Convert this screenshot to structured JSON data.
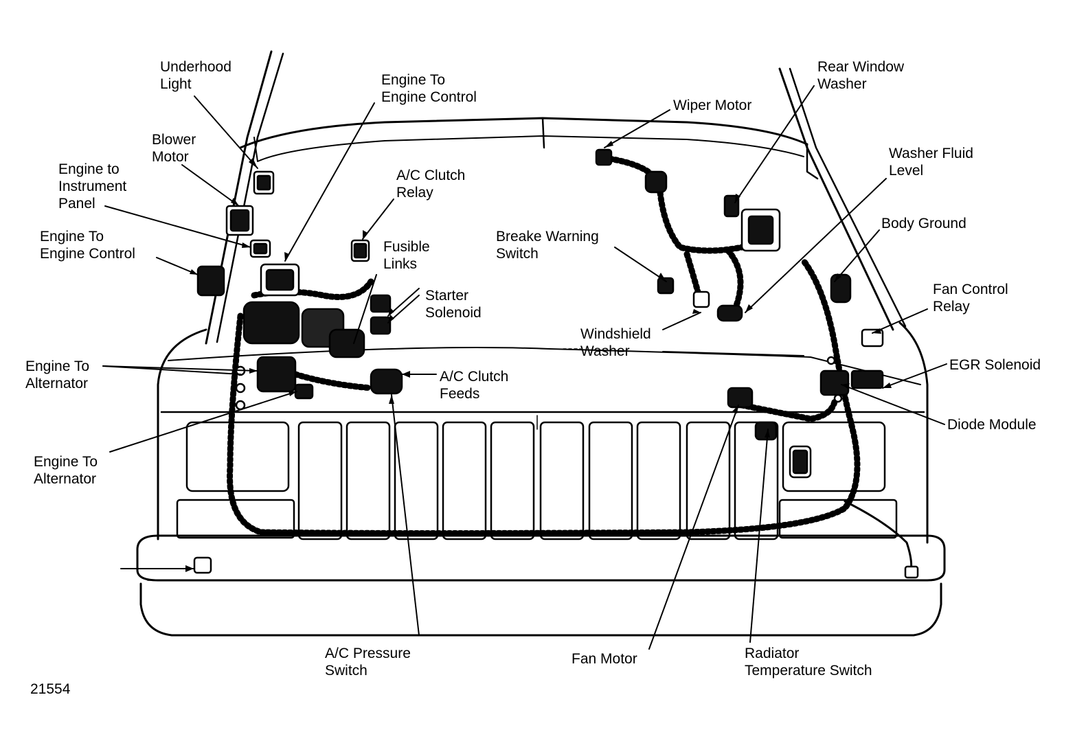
{
  "diagram": {
    "figure_number": "21554",
    "colors": {
      "ink": "#000000",
      "paper": "#ffffff"
    },
    "labels": {
      "underhood_light": [
        "Underhood",
        "Light"
      ],
      "blower_motor": [
        "Blower",
        "Motor"
      ],
      "engine_to_instrument_panel": [
        "Engine to",
        "Instrument",
        "Panel"
      ],
      "engine_to_engine_control_left": [
        "Engine To",
        "Engine Control"
      ],
      "engine_to_engine_control_top": [
        "Engine To",
        "Engine Control"
      ],
      "ac_clutch_relay": [
        "A/C Clutch",
        "Relay"
      ],
      "fusible_links": [
        "Fusible",
        "Links"
      ],
      "starter_solenoid": [
        "Starter",
        "Solenoid"
      ],
      "engine_to_alternator_upper": [
        "Engine To",
        "Alternator"
      ],
      "engine_to_alternator_lower": [
        "Engine To",
        "Alternator"
      ],
      "ac_clutch_feeds": [
        "A/C Clutch",
        "Feeds"
      ],
      "ac_pressure_switch": [
        "A/C Pressure",
        "Switch"
      ],
      "fan_motor": [
        "Fan Motor"
      ],
      "radiator_temperature_switch": [
        "Radiator",
        "Temperature Switch"
      ],
      "wiper_motor": [
        "Wiper Motor"
      ],
      "rear_window_washer": [
        "Rear Window",
        "Washer"
      ],
      "washer_fluid_level": [
        "Washer Fluid",
        "Level"
      ],
      "body_ground": [
        "Body Ground"
      ],
      "breake_warning_switch": [
        "Breake Warning",
        "Switch"
      ],
      "windshield_washer": [
        "Windshield",
        "Washer"
      ],
      "fan_control_relay": [
        "Fan Control",
        "Relay"
      ],
      "egr_solenoid": [
        "EGR Solenoid"
      ],
      "diode_module": [
        "Diode Module"
      ]
    }
  }
}
